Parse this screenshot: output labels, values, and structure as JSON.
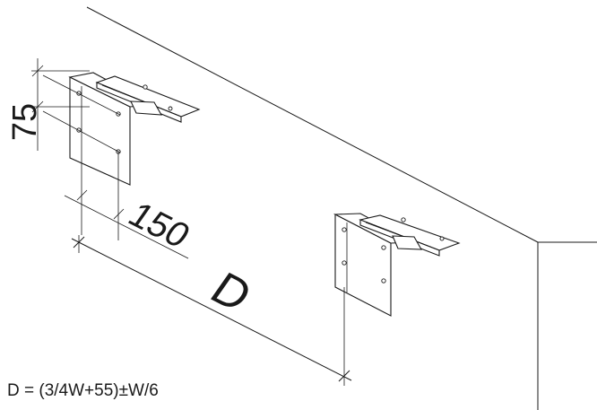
{
  "dimensions": {
    "height_label": "75",
    "width_label": "150",
    "distance_label": "D"
  },
  "formula": "D = (3/4W+55)±W/6"
}
